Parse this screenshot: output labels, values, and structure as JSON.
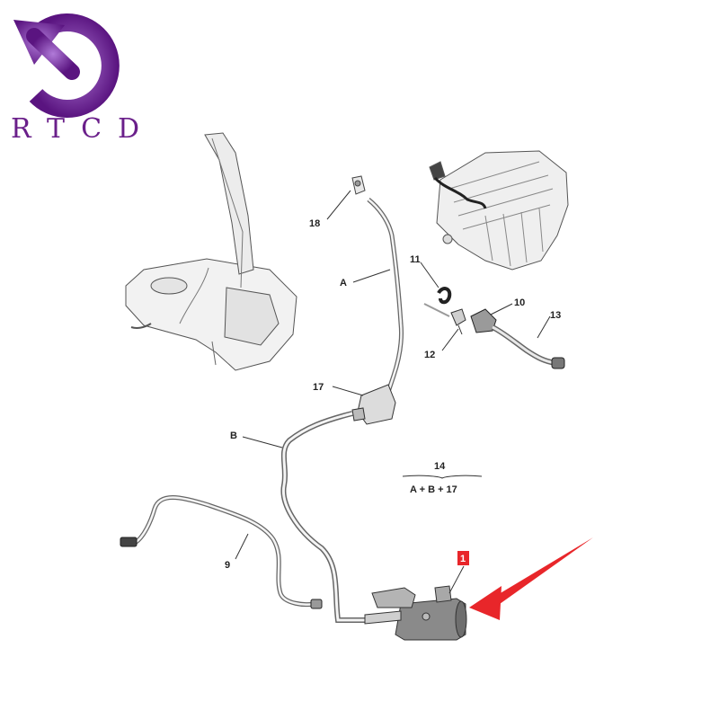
{
  "logo": {
    "text": "RTCD",
    "icon": "rotate-ccw-arrow-icon",
    "color": "#6a1f8a"
  },
  "callouts": {
    "c1": "1",
    "c9": "9",
    "c10": "10",
    "c11": "11",
    "c12": "12",
    "c13": "13",
    "c14": "14",
    "c17": "17",
    "c18": "18",
    "cA": "A",
    "cB": "B"
  },
  "formula": {
    "top": "14",
    "bottom": "A + B + 17"
  },
  "highlight": {
    "color": "#e8262a",
    "pointer": "red-arrow-icon"
  }
}
